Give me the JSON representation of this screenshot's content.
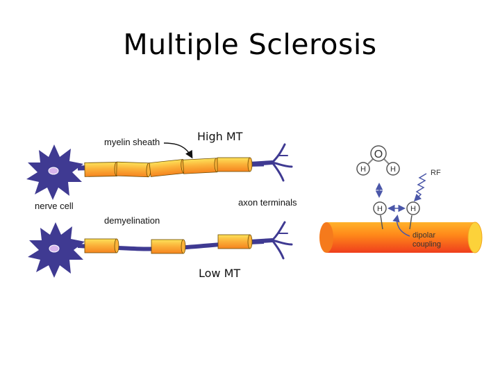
{
  "slide": {
    "title": "Multiple Sclerosis"
  },
  "neuron_figure": {
    "labels": {
      "myelin_sheath": "myelin sheath",
      "high_mt": "High MT",
      "nerve_cell": "nerve cell",
      "axon_terminals": "axon terminals",
      "demyelination": "demyelination",
      "low_mt": "Low MT"
    }
  },
  "mt_figure": {
    "water_oxygen": "O",
    "water_hydrogen": "H",
    "macromolecule_hydrogen": "H",
    "rf_label": "RF",
    "coupling_label_line1": "dipolar",
    "coupling_label_line2": "coupling"
  },
  "colors": {
    "neuron": "#3f3a92",
    "myelin_light": "#fde25a",
    "myelin_dark": "#f5841f",
    "cell_nucleus": "#d7b4ec",
    "arrow": "#4a56a8"
  }
}
